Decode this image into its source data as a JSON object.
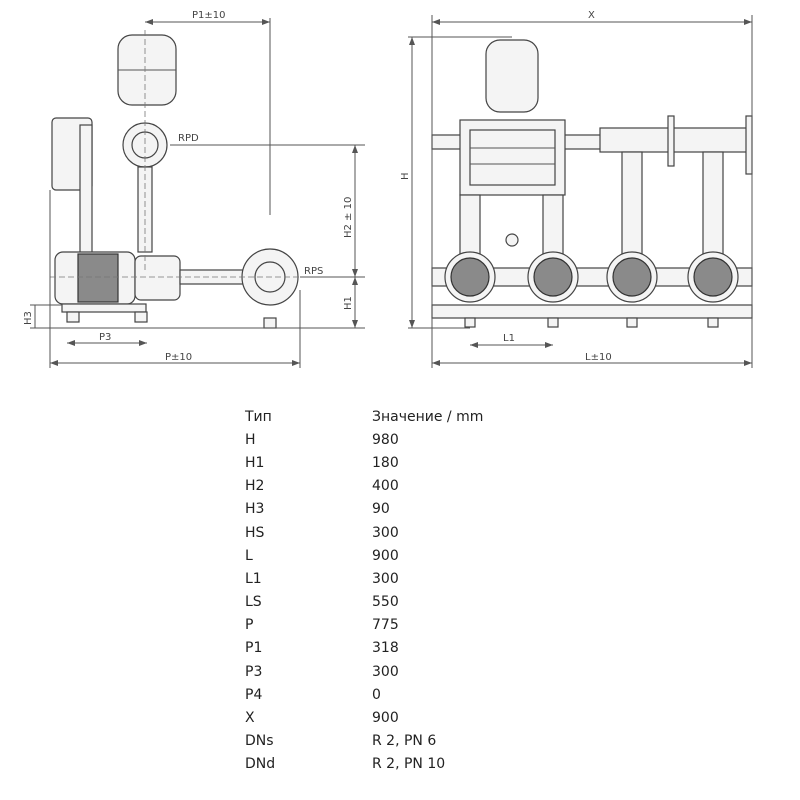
{
  "drawing": {
    "side_view_labels": {
      "p1": "P1±10",
      "rpd": "RPD",
      "rps": "RPS",
      "h2": "H2 ± 10",
      "h1": "H1",
      "h3": "H3",
      "p3": "P3",
      "p": "P±10"
    },
    "front_view_labels": {
      "x": "X",
      "h": "H",
      "l1": "L1",
      "l": "L±10"
    },
    "pump_count": 4
  },
  "table": {
    "header": {
      "type": "Тип",
      "value": "Значение / mm"
    },
    "rows": [
      {
        "type": "H",
        "value": "980"
      },
      {
        "type": "H1",
        "value": "180"
      },
      {
        "type": "H2",
        "value": "400"
      },
      {
        "type": "H3",
        "value": "90"
      },
      {
        "type": "HS",
        "value": "300"
      },
      {
        "type": "L",
        "value": "900"
      },
      {
        "type": "L1",
        "value": "300"
      },
      {
        "type": "LS",
        "value": "550"
      },
      {
        "type": "P",
        "value": "775"
      },
      {
        "type": "P1",
        "value": "318"
      },
      {
        "type": "P3",
        "value": "300"
      },
      {
        "type": "P4",
        "value": "0"
      },
      {
        "type": "X",
        "value": "900"
      },
      {
        "type": "DNs",
        "value": "R 2, PN 6"
      },
      {
        "type": "DNd",
        "value": "R 2, PN 10"
      }
    ]
  }
}
